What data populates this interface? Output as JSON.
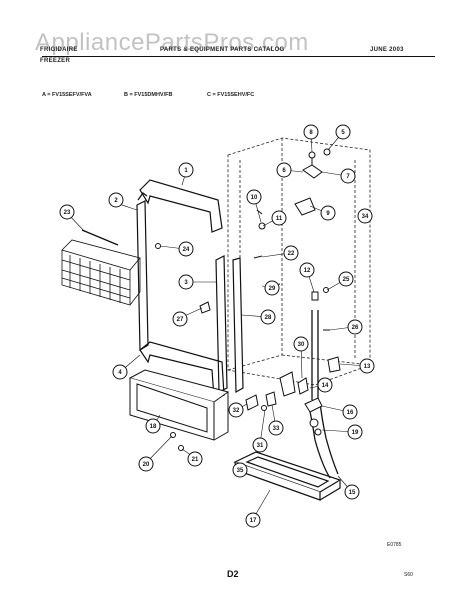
{
  "header": {
    "brand": "FRIGIDAIRE",
    "brand_sub": "FREEZER",
    "title": "PARTS & EQUIPMENT PARTS CATALOG",
    "date": "JUNE 2003"
  },
  "watermark": "AppliancePartsPros.com",
  "models": {
    "a": "A = FV15SEFV/FVA",
    "b": "B = FV15DMHV/FB",
    "c": "C = FV15SEHV/FC"
  },
  "diagram_code": "E0785",
  "page_number": "D2",
  "corner_code": "S60",
  "callouts": [
    "1",
    "2",
    "3",
    "4",
    "5",
    "6",
    "7",
    "8",
    "9",
    "10",
    "11",
    "12",
    "13",
    "14",
    "15",
    "16",
    "17",
    "18",
    "19",
    "20",
    "21",
    "22",
    "23",
    "24",
    "25",
    "26",
    "27",
    "28",
    "29",
    "30",
    "31",
    "32",
    "33",
    "34",
    "35"
  ]
}
